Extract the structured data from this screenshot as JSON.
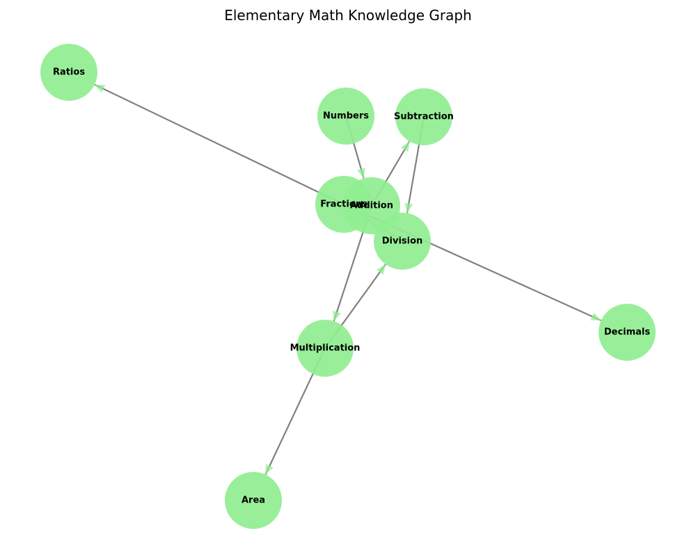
{
  "title": "Elementary Math Knowledge Graph",
  "colors": {
    "node_fill": "#90ee90",
    "edge": "#808080",
    "arrowhead": "#90ee90",
    "label": "#000000"
  },
  "nodes": [
    {
      "id": "numbers",
      "label": "Numbers"
    },
    {
      "id": "subtraction",
      "label": "Subtraction"
    },
    {
      "id": "ratios",
      "label": "Ratios"
    },
    {
      "id": "addition",
      "label": "Addition"
    },
    {
      "id": "fractions",
      "label": "Fractions"
    },
    {
      "id": "division",
      "label": "Division"
    },
    {
      "id": "multiplication",
      "label": "Multiplication"
    },
    {
      "id": "decimals",
      "label": "Decimals"
    },
    {
      "id": "area",
      "label": "Area"
    }
  ],
  "edges": [
    {
      "from": "numbers",
      "to": "addition"
    },
    {
      "from": "addition",
      "to": "subtraction"
    },
    {
      "from": "addition",
      "to": "multiplication"
    },
    {
      "from": "subtraction",
      "to": "division"
    },
    {
      "from": "multiplication",
      "to": "division"
    },
    {
      "from": "multiplication",
      "to": "area"
    },
    {
      "from": "division",
      "to": "fractions"
    },
    {
      "from": "fractions",
      "to": "ratios"
    },
    {
      "from": "fractions",
      "to": "decimals"
    }
  ]
}
